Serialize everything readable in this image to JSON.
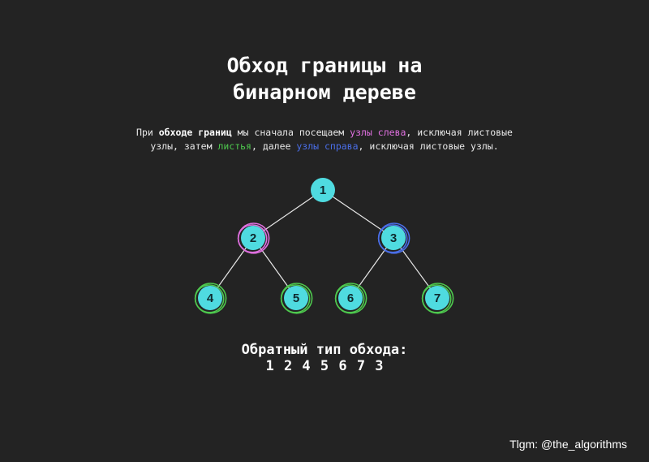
{
  "title": {
    "line1": "Обход границы на",
    "line2": "бинарном дереве"
  },
  "description": {
    "p1": "При ",
    "bold": "обходе границ",
    "p2": " мы сначала посещаем ",
    "left_nodes": "узлы слева",
    "p3": ", исключая листовые",
    "p4": "узлы, затем ",
    "leaves": "листья",
    "p5": ", далее ",
    "right_nodes": "узлы справа",
    "p6": ", исключая листовые узлы."
  },
  "colors": {
    "node_fill": "#4fdbe0",
    "left_ring": "#e070e0",
    "right_ring": "#4a6ee8",
    "leaf_ring": "#4ec94e",
    "edge": "#e6e6e6",
    "left_text": "#e070e0",
    "leaf_text": "#4ec94e",
    "right_text": "#4a6ee8"
  },
  "tree": {
    "nodes": [
      {
        "label": "1",
        "role": "root"
      },
      {
        "label": "2",
        "role": "left-boundary"
      },
      {
        "label": "3",
        "role": "right-boundary"
      },
      {
        "label": "4",
        "role": "leaf"
      },
      {
        "label": "5",
        "role": "leaf"
      },
      {
        "label": "6",
        "role": "leaf"
      },
      {
        "label": "7",
        "role": "leaf"
      }
    ],
    "edges": [
      [
        "1",
        "2"
      ],
      [
        "1",
        "3"
      ],
      [
        "2",
        "4"
      ],
      [
        "2",
        "5"
      ],
      [
        "3",
        "6"
      ],
      [
        "3",
        "7"
      ]
    ]
  },
  "result": {
    "title": "Обратный тип обхода:",
    "sequence": "1 2 4 5 6 7 3"
  },
  "credit": "Tlgm: @the_algorithms"
}
